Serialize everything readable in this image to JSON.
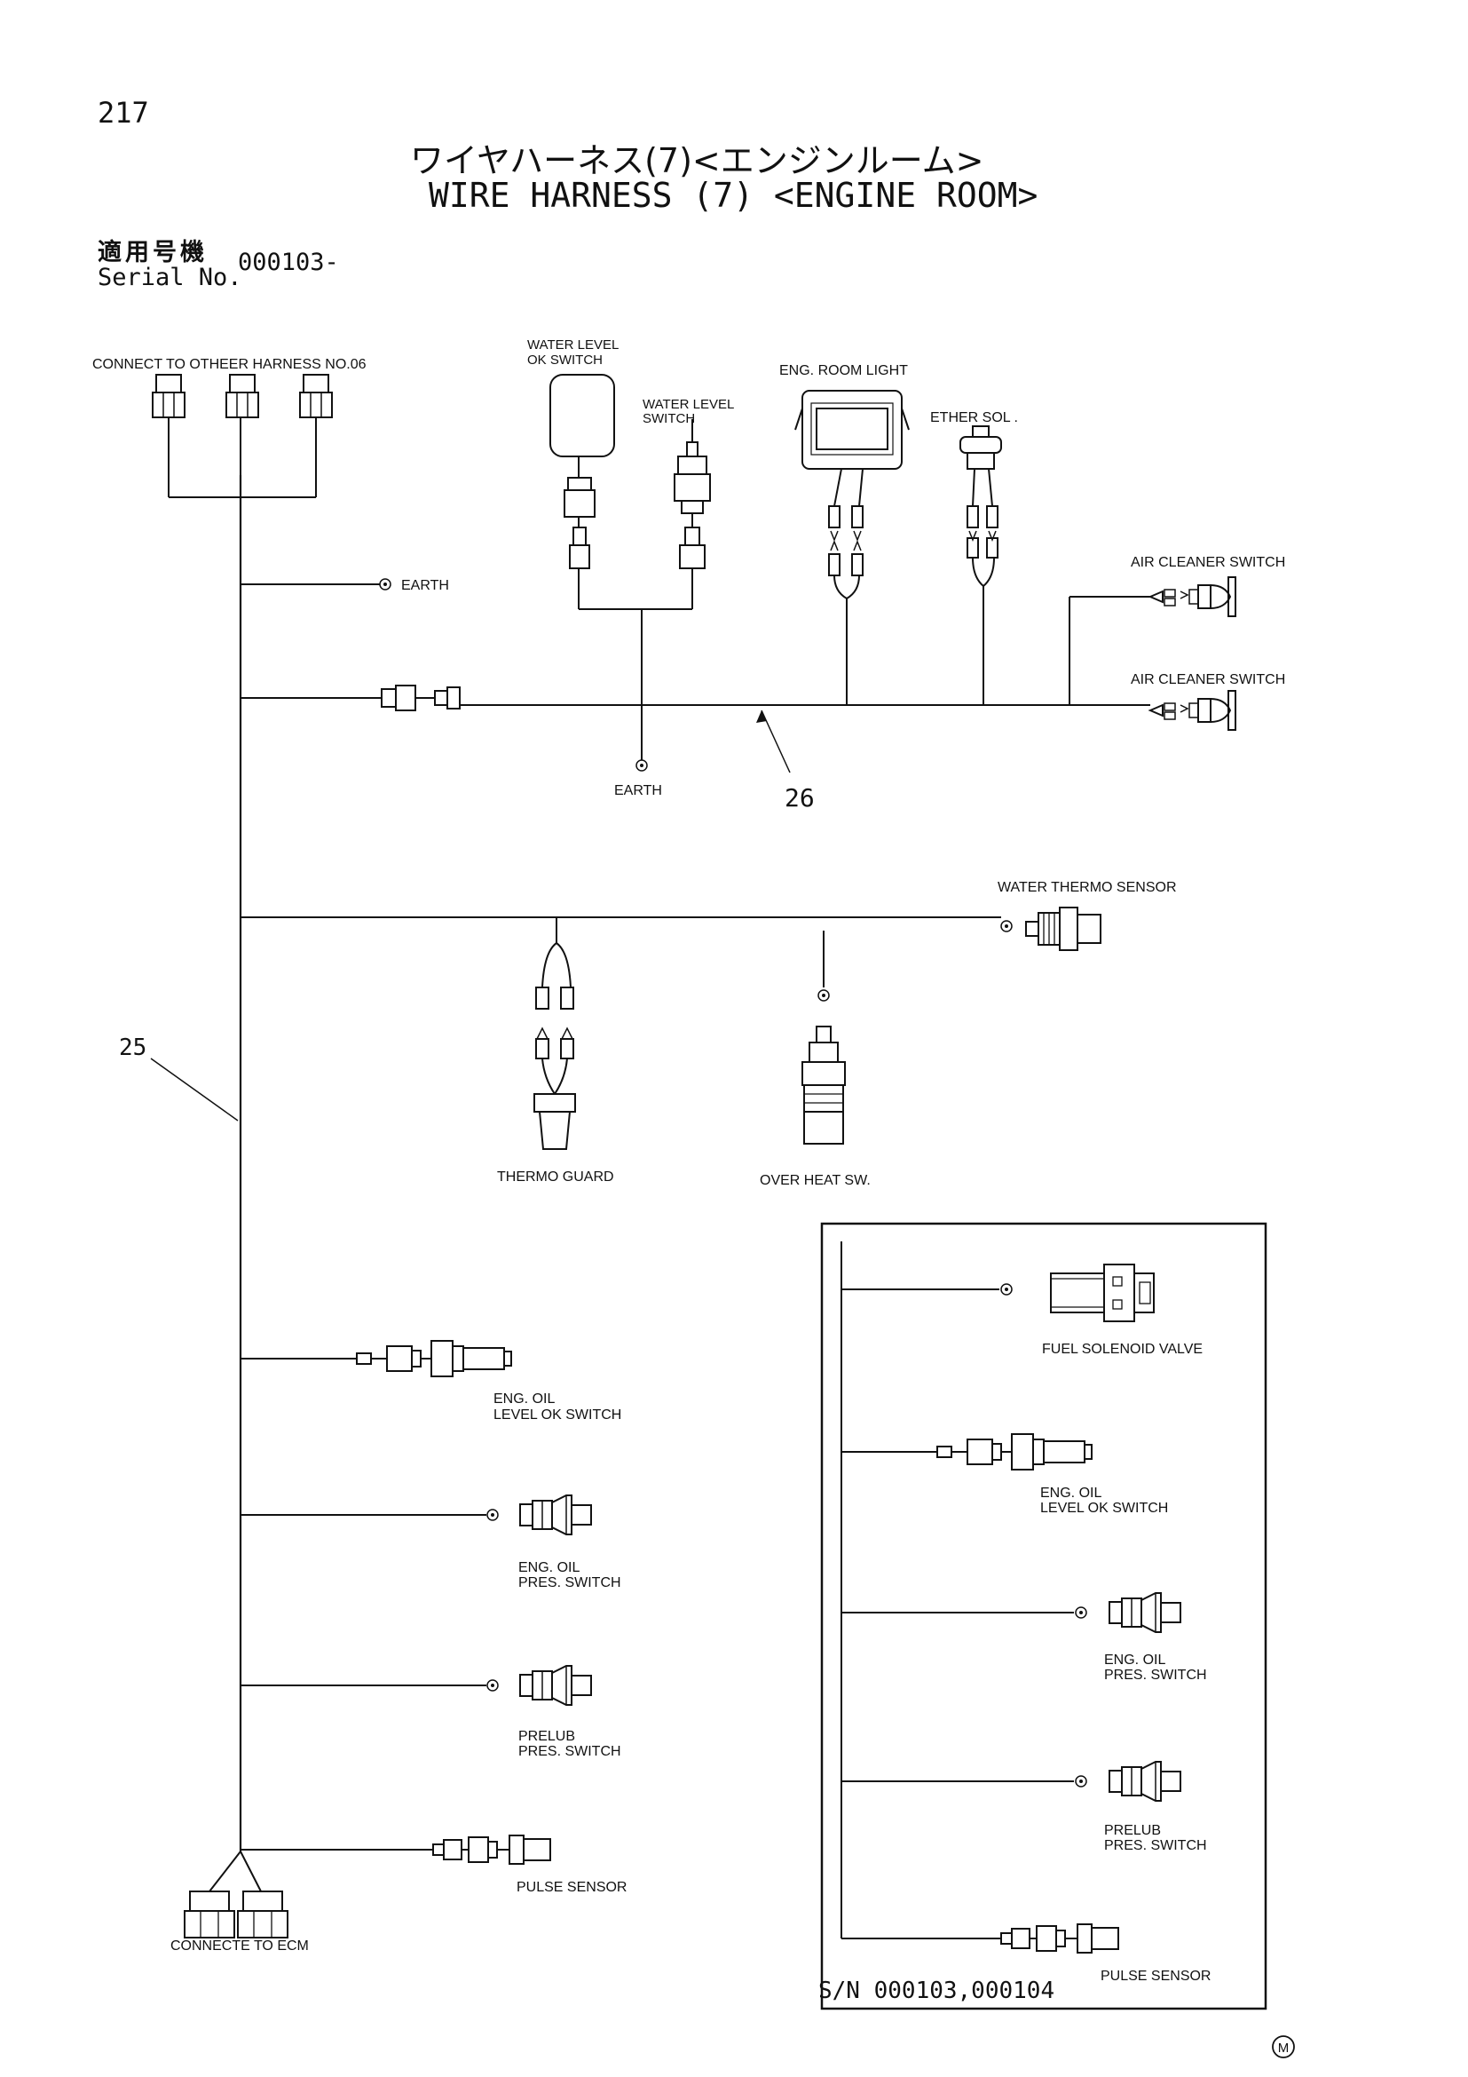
{
  "header": {
    "page_number": "217",
    "title_jp": "ワイヤハーネス(7)<エンジンルーム>",
    "title_en": "WIRE HARNESS (7) <ENGINE ROOM>",
    "serial_label_jp": "適用号機",
    "serial_label_en": "Serial No.",
    "serial_value": "000103-"
  },
  "labels": {
    "connect_other": "CONNECT TO OTHEER HARNESS NO.06",
    "water_level_ok_1": "WATER LEVEL",
    "water_level_ok_2": "OK SWITCH",
    "water_level_sw_1": "WATER LEVEL",
    "water_level_sw_2": "SWITCH",
    "eng_room_light": "ENG. ROOM LIGHT",
    "ether_sol": "ETHER SOL .",
    "air_cleaner_1": "AIR CLEANER SWITCH",
    "air_cleaner_2": "AIR CLEANER SWITCH",
    "earth_1": "EARTH",
    "earth_2": "EARTH",
    "part_26": "26",
    "part_25": "25",
    "water_thermo": "WATER THERMO SENSOR",
    "thermo_guard": "THERMO GUARD",
    "over_heat": "OVER HEAT SW.",
    "eng_oil_level_1": "ENG. OIL",
    "eng_oil_level_2": "LEVEL OK SWITCH",
    "eng_oil_pres_1": "ENG. OIL",
    "eng_oil_pres_2": "PRES. SWITCH",
    "prelub_1": "PRELUB",
    "prelub_2": "PRES. SWITCH",
    "pulse_sensor": "PULSE SENSOR",
    "connect_ecm": "CONNECTE TO ECM"
  },
  "inset": {
    "fuel_solenoid": "FUEL SOLENOID VALVE",
    "eng_oil_level_1": "ENG. OIL",
    "eng_oil_level_2": "LEVEL OK SWITCH",
    "eng_oil_pres_1": "ENG. OIL",
    "eng_oil_pres_2": "PRES. SWITCH",
    "prelub_1": "PRELUB",
    "prelub_2": "PRES. SWITCH",
    "pulse_sensor": "PULSE SENSOR",
    "serial_note": "S/N 000103,000104"
  },
  "footer": {
    "mark": "M"
  }
}
